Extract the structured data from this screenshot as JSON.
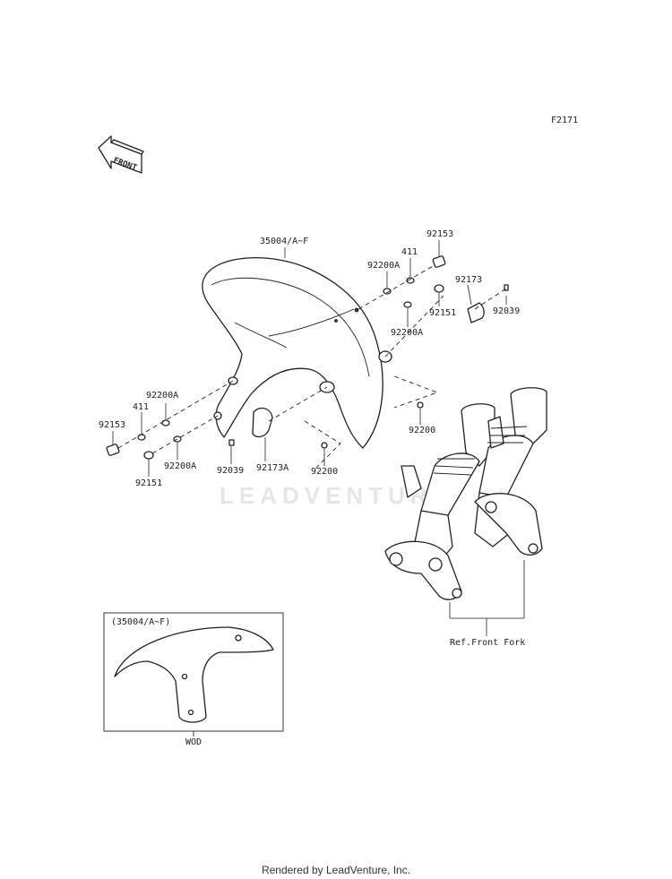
{
  "figure_code": "F2171",
  "front_arrow_label": "FRONT",
  "watermark": "LEADVENTURE",
  "callouts": {
    "fender": "35004/A~F",
    "bolt_top_right": "92153",
    "washer_411_top": "411",
    "washer_92200a_top": "92200A",
    "clip_92173": "92173",
    "screw_92039_top": "92039",
    "bolt_92151_top": "92151",
    "washer_92200a_mid": "92200A",
    "nut_92200_right": "92200",
    "washer_92200a_left": "92200A",
    "washer_411_left": "411",
    "bolt_92153_left": "92153",
    "bolt_92151_left": "92151",
    "washer_92200a_bottom": "92200A",
    "screw_92039_bottom": "92039",
    "clip_92173a": "92173A",
    "nut_92200_bottom": "92200",
    "ref_front_fork": "Ref.Front Fork"
  },
  "inset": {
    "title": "(35004/A~F)",
    "caption": "WOD"
  },
  "footer": "Rendered by LeadVenture, Inc."
}
